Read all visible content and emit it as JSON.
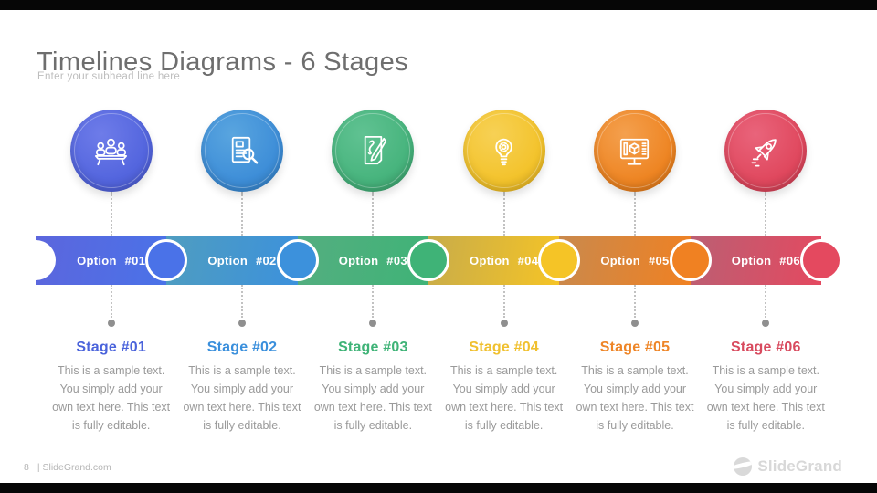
{
  "slide": {
    "title": "Timelines Diagrams - 6 Stages",
    "subhead": "Enter your subhead line here"
  },
  "timeline": {
    "stages": [
      {
        "option_label": "Option #01",
        "stage_title": "Stage #01",
        "accent": "#4a63db",
        "icon": "meeting-icon",
        "body_lines": [
          "This is a sample text.",
          "You simply add your",
          "own text here. This text",
          "is fully editable."
        ]
      },
      {
        "option_label": "Option #02",
        "stage_title": "Stage #02",
        "accent": "#3a8fdc",
        "icon": "document-search-icon",
        "body_lines": [
          "This is a sample text.",
          "You simply add your",
          "own text here. This text",
          "is fully editable."
        ]
      },
      {
        "option_label": "Option #03",
        "stage_title": "Stage #03",
        "accent": "#3fb377",
        "icon": "contract-signing-icon",
        "body_lines": [
          "This is a sample text.",
          "You simply add your",
          "own text here. This text",
          "is fully editable."
        ]
      },
      {
        "option_label": "Option #04",
        "stage_title": "Stage #04",
        "accent": "#f0c02f",
        "icon": "idea-bulb-gear-icon",
        "body_lines": [
          "This is a sample text.",
          "You simply add your",
          "own text here. This text",
          "is fully editable."
        ]
      },
      {
        "option_label": "Option #05",
        "stage_title": "Stage #05",
        "accent": "#ee8527",
        "icon": "design-monitor-icon",
        "body_lines": [
          "This is a sample text.",
          "You simply add your",
          "own text here. This text",
          "is fully editable."
        ]
      },
      {
        "option_label": "Option #06",
        "stage_title": "Stage #06",
        "accent": "#d84a5e",
        "icon": "rocket-launch-icon",
        "body_lines": [
          "This is a sample text.",
          "You simply add your",
          "own text here. This text",
          "is fully editable."
        ]
      }
    ],
    "colors": {
      "stage1": "#5163dd",
      "stage2": "#3e90d9",
      "stage3": "#45b37c",
      "stage4": "#f3c32c",
      "stage5": "#ee8523",
      "stage6": "#e0485e"
    }
  },
  "footer": {
    "page_number": "8",
    "credit": "| SlideGrand.com",
    "logo_text": "SlideGrand"
  }
}
